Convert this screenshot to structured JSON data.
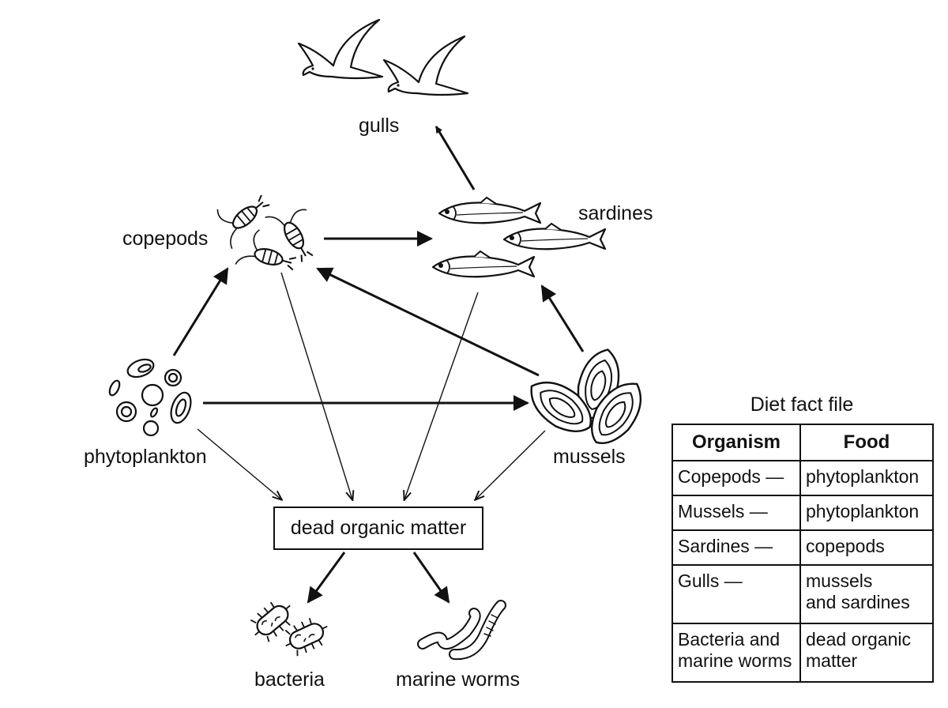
{
  "labels": {
    "gulls": "gulls",
    "sardines": "sardines",
    "copepods": "copepods",
    "phytoplankton": "phytoplankton",
    "mussels": "mussels",
    "dead_organic_matter": "dead organic matter",
    "bacteria": "bacteria",
    "marine_worms": "marine worms"
  },
  "fact_file": {
    "title": "Diet fact file",
    "headers": [
      "Organism",
      "Food"
    ],
    "rows": [
      {
        "organism": [
          "Copepods —"
        ],
        "food": [
          "phytoplankton"
        ]
      },
      {
        "organism": [
          "Mussels —"
        ],
        "food": [
          "phytoplankton"
        ]
      },
      {
        "organism": [
          "Sardines —"
        ],
        "food": [
          "copepods"
        ]
      },
      {
        "organism": [
          "Gulls —"
        ],
        "food": [
          "mussels",
          "and sardines"
        ]
      },
      {
        "organism": [
          "Bacteria and",
          "marine worms"
        ],
        "food": [
          "dead organic",
          "matter"
        ]
      }
    ]
  },
  "colors": {
    "ink": "#111111",
    "background": "#ffffff"
  },
  "icons": [
    "gull-icon",
    "sardine-icon",
    "copepod-icon",
    "phytoplankton-icon",
    "mussel-icon",
    "bacterium-icon",
    "worm-icon"
  ]
}
